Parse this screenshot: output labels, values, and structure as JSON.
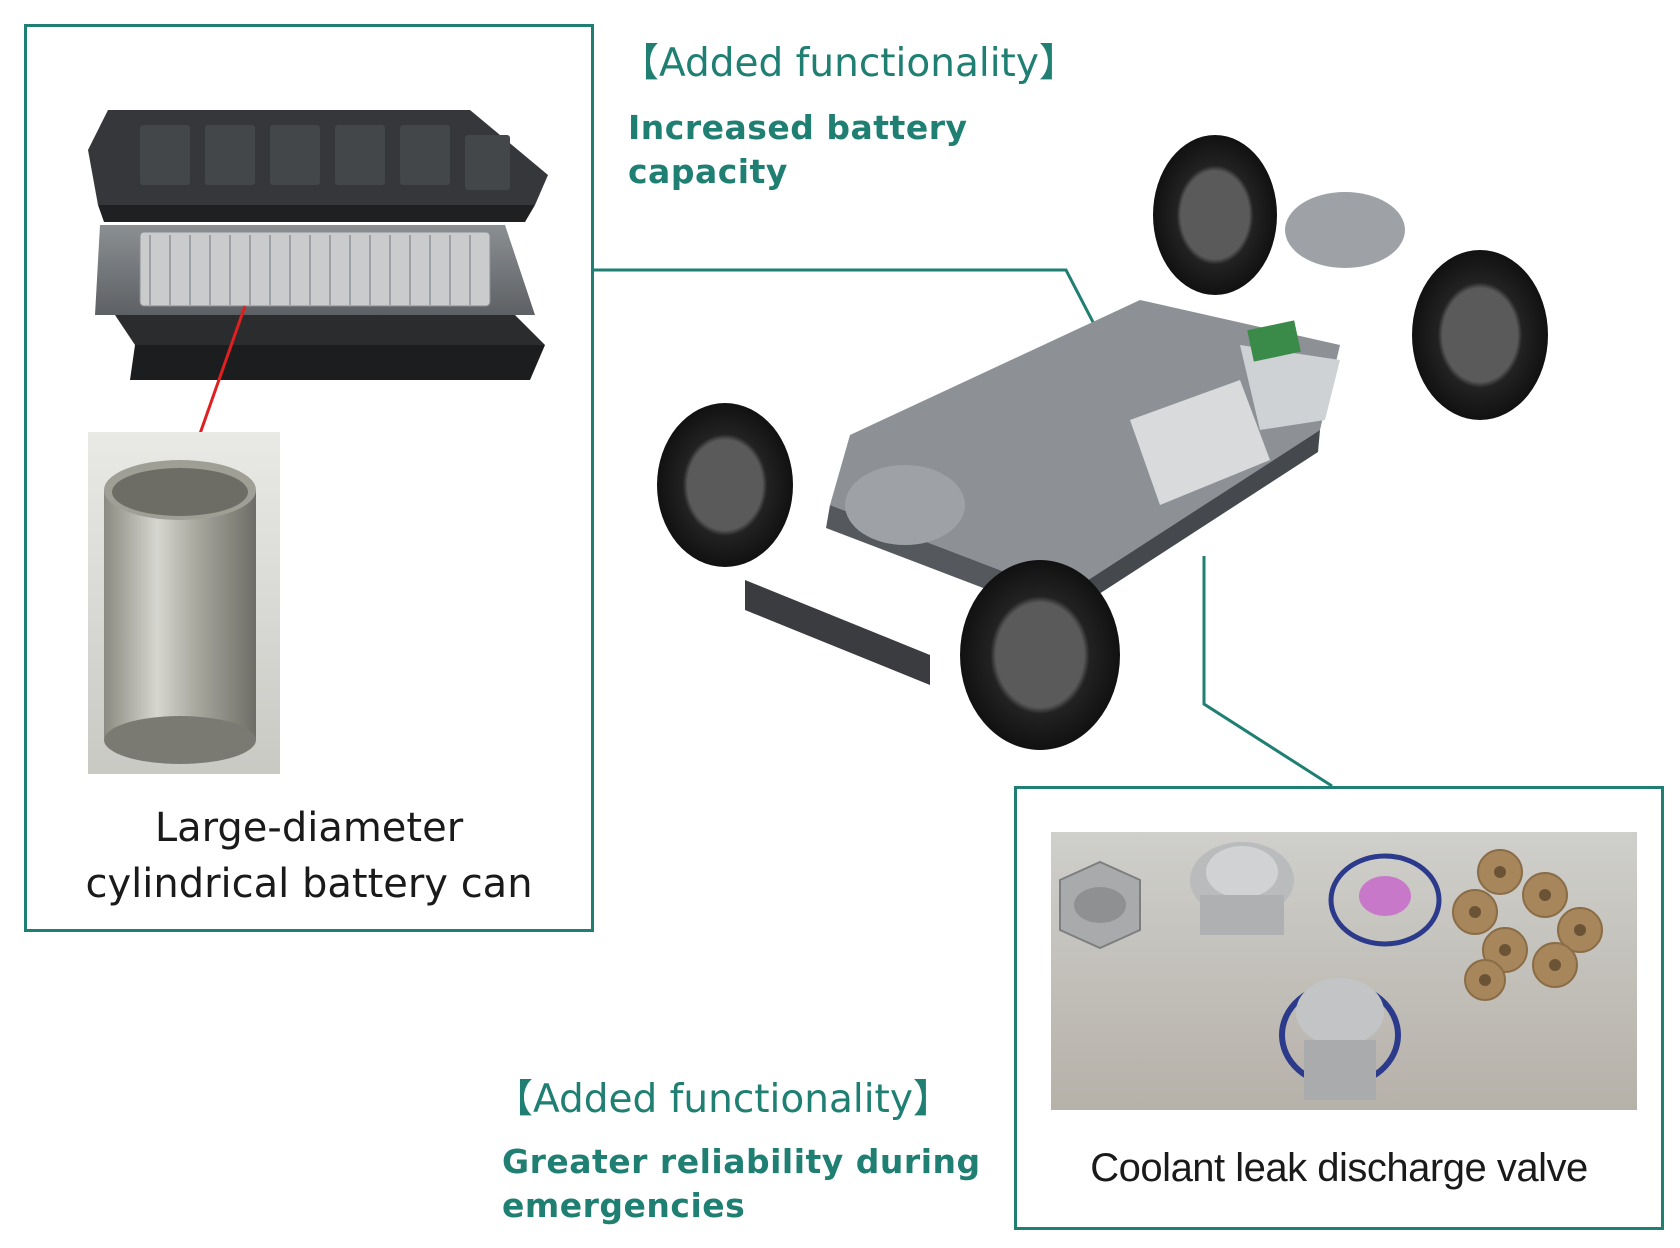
{
  "left_panel": {
    "caption_line1": "Large-diameter",
    "caption_line2": "cylindrical battery can"
  },
  "right_panel": {
    "caption": "Coolant leak discharge valve"
  },
  "top_callout": {
    "heading": "【Added functionality】",
    "desc_line1": "Increased battery",
    "desc_line2": "capacity"
  },
  "bottom_callout": {
    "heading": "【Added functionality】",
    "desc_line1": "Greater reliability during",
    "desc_line2": "emergencies"
  },
  "colors": {
    "accent": "#1e7f72",
    "pointer": "#e02020",
    "text": "#1a1a1a"
  }
}
